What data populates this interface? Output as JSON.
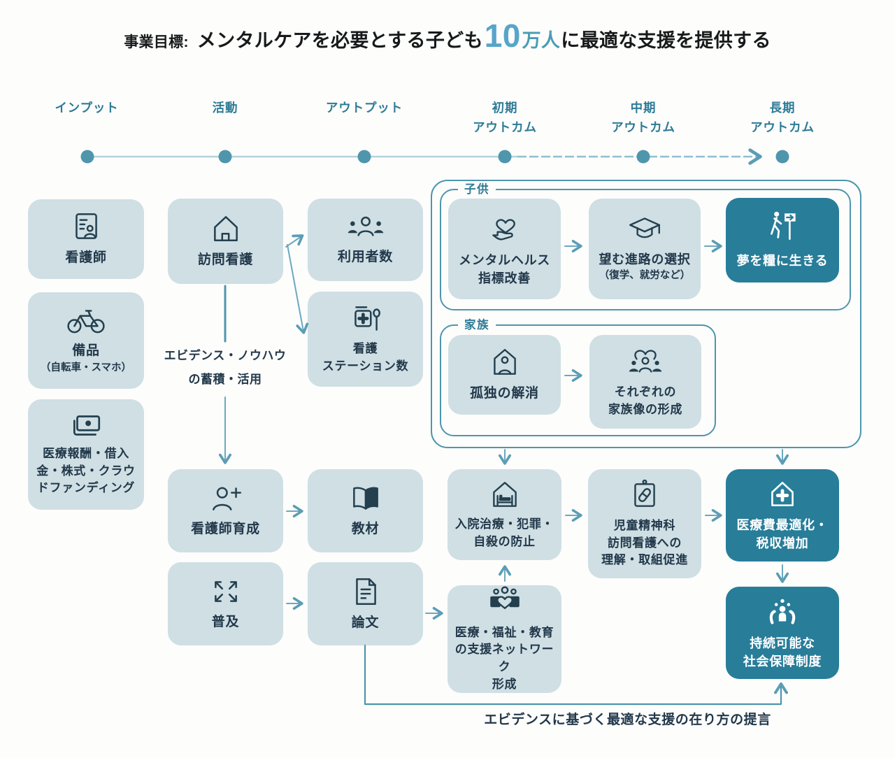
{
  "title": {
    "prefix": "事業目標:",
    "main_before": "メンタルケアを必要とする子ども",
    "highlight_number": "10",
    "highlight_unit": "万人",
    "main_after": "に最適な支援を提供する"
  },
  "columns": [
    {
      "label": "インプット"
    },
    {
      "label": "活動"
    },
    {
      "label": "アウトプット"
    },
    {
      "label": "初期\nアウトカム"
    },
    {
      "label": "中期\nアウトカム"
    },
    {
      "label": "長期\nアウトカム"
    }
  ],
  "groups": {
    "children_label": "子供",
    "family_label": "家族"
  },
  "boxes": {
    "nurse": {
      "label": "看護師",
      "icon": "id-badge-icon"
    },
    "equipment": {
      "label": "備品",
      "sublabel": "（自転車・スマホ）",
      "icon": "bicycle-icon"
    },
    "funding": {
      "label": "医療報酬・借入\n金・株式・クラウ\nドファンディング",
      "icon": "banknote-icon"
    },
    "visiting_nursing": {
      "label": "訪問看護",
      "icon": "house-icon"
    },
    "nurse_training": {
      "label": "看護師育成",
      "icon": "person-plus-icon"
    },
    "dissemination": {
      "label": "普及",
      "icon": "expand-arrows-icon"
    },
    "users_count": {
      "label": "利用者数",
      "icon": "people-group-icon"
    },
    "stations_count": {
      "label": "看護\nステーション数",
      "icon": "first-aid-station-icon"
    },
    "teaching_materials": {
      "label": "教材",
      "icon": "open-book-icon"
    },
    "papers": {
      "label": "論文",
      "icon": "document-icon"
    },
    "mental_health": {
      "label": "メンタルヘルス\n指標改善",
      "icon": "heart-in-hand-icon"
    },
    "career_choice": {
      "label": "望む進路の選択",
      "sublabel": "（復学、就労など）",
      "icon": "graduation-cap-icon"
    },
    "dream": {
      "label": "夢を糧に生きる",
      "icon": "walking-person-signpost-icon"
    },
    "loneliness": {
      "label": "孤独の解消",
      "icon": "person-in-house-icon"
    },
    "family_vision": {
      "label": "それぞれの\n家族像の形成",
      "icon": "family-heart-icon"
    },
    "prevention": {
      "label": "入院治療・犯罪・\n自殺の防止",
      "icon": "hospital-bed-house-icon"
    },
    "network": {
      "label": "医療・福祉・教育\nの支援ネットワーク\n形成",
      "icon": "people-heart-icon"
    },
    "understanding": {
      "label": "児童精神科\n訪問看護への\n理解・取組促進",
      "icon": "clipboard-pill-icon"
    },
    "medical_cost": {
      "label": "医療費最適化・\n税収増加",
      "icon": "house-plus-icon"
    },
    "social_security": {
      "label": "持続可能な\n社会保障制度",
      "icon": "community-hands-icon"
    }
  },
  "notes": {
    "evidence": "エビデンス・ノウハウ\nの蓄積・活用",
    "proposal": "エビデンスに基づく最適な支援の在り方の提言"
  },
  "palette": {
    "light_box_bg": "#cfdfe4",
    "dark_box_bg": "#287d99",
    "group_border": "#4e96ad",
    "arrow": "#6ba8bf",
    "header_teal": "#2e7b96",
    "title_number_blue": "#57a5c9",
    "title_unit_teal": "#4a9db4",
    "icon_stroke": "#24404f",
    "timeline_dot": "#4f96ad"
  }
}
